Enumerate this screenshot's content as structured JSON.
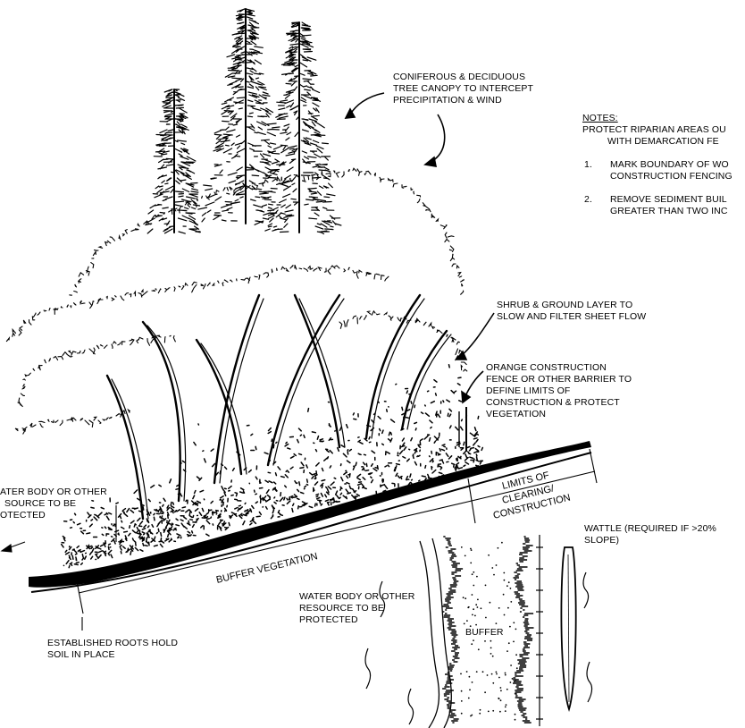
{
  "labels": {
    "canopy": [
      "CONIFEROUS & DECIDUOUS",
      "TREE CANOPY TO INTERCEPT",
      "PRECIPITATION & WIND"
    ],
    "shrub": [
      "SHRUB & GROUND LAYER TO",
      "SLOW AND FILTER SHEET FLOW"
    ],
    "fence": [
      "ORANGE CONSTRUCTION",
      "FENCE OR OTHER BARRIER TO",
      "DEFINE LIMITS OF",
      "CONSTRUCTION & PROTECT",
      "VEGETATION"
    ],
    "water_left": [
      "ATER BODY OR OTHER",
      "SOURCE TO BE",
      "OTECTED"
    ],
    "limits": [
      "LIMITS OF",
      "CLEARING/",
      "CONSTRUCTION"
    ],
    "buffer_vegetation": "BUFFER VEGETATION",
    "roots": [
      "ESTABLISHED ROOTS HOLD",
      "SOIL IN PLACE"
    ],
    "water_plan": [
      "WATER BODY OR OTHER",
      "RESOURCE TO BE",
      "PROTECTED"
    ],
    "buffer": "BUFFER",
    "wattle": [
      "WATTLE (REQUIRED IF >20%",
      "SLOPE)"
    ]
  },
  "notes": {
    "heading": "NOTES:",
    "intro": [
      "PROTECT RIPARIAN AREAS OU",
      "WITH DEMARCATION FE"
    ],
    "items": [
      {
        "num": "1.",
        "lines": [
          "MARK BOUNDARY OF WO",
          "CONSTRUCTION FENCING"
        ]
      },
      {
        "num": "2.",
        "lines": [
          "REMOVE SEDIMENT BUIL",
          "GREATER THAN TWO INC"
        ]
      }
    ]
  }
}
